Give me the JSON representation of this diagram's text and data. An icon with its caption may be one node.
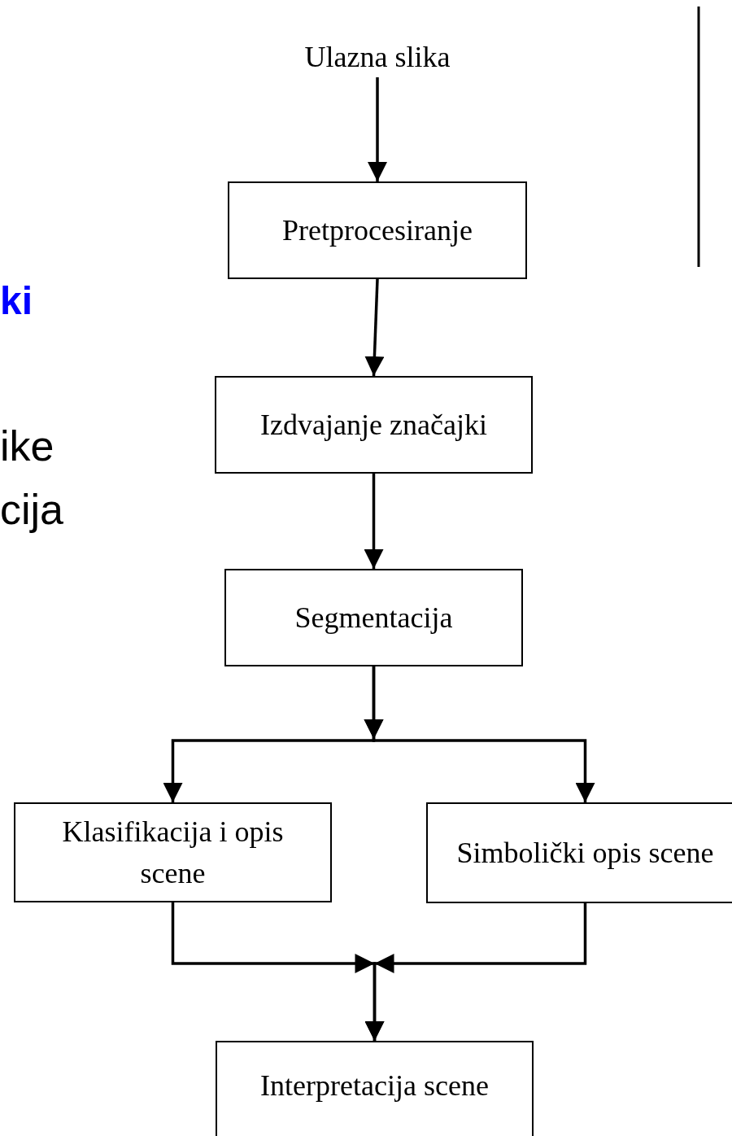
{
  "diagram": {
    "nodes": [
      {
        "text": [
          "Ulazna slika"
        ]
      },
      {
        "text": [
          "Pretprocesiranje"
        ]
      },
      {
        "text": [
          "Izdvajanje značajki"
        ]
      },
      {
        "text": [
          "Segmentacija"
        ]
      },
      {
        "text": [
          "Klasifikacija i opis scene"
        ]
      },
      {
        "text": [
          "Simbolički opis scene"
        ]
      },
      {
        "text": [
          "Interpretacija scene"
        ]
      }
    ],
    "edges": [
      {
        "from": 0,
        "to": 1,
        "arrow": "to"
      },
      {
        "from": 1,
        "to": 2,
        "arrow": "to"
      },
      {
        "from": 2,
        "to": 3,
        "arrow": "to"
      },
      {
        "from": 3,
        "to": 4,
        "arrow": "to"
      },
      {
        "from": 3,
        "to": 5,
        "arrow": "to"
      },
      {
        "from": 4,
        "to": 6,
        "arrow": "to"
      },
      {
        "from": 5,
        "to": 6,
        "arrow": "to"
      }
    ],
    "labels": [
      "ki",
      "ike",
      "cija"
    ]
  }
}
